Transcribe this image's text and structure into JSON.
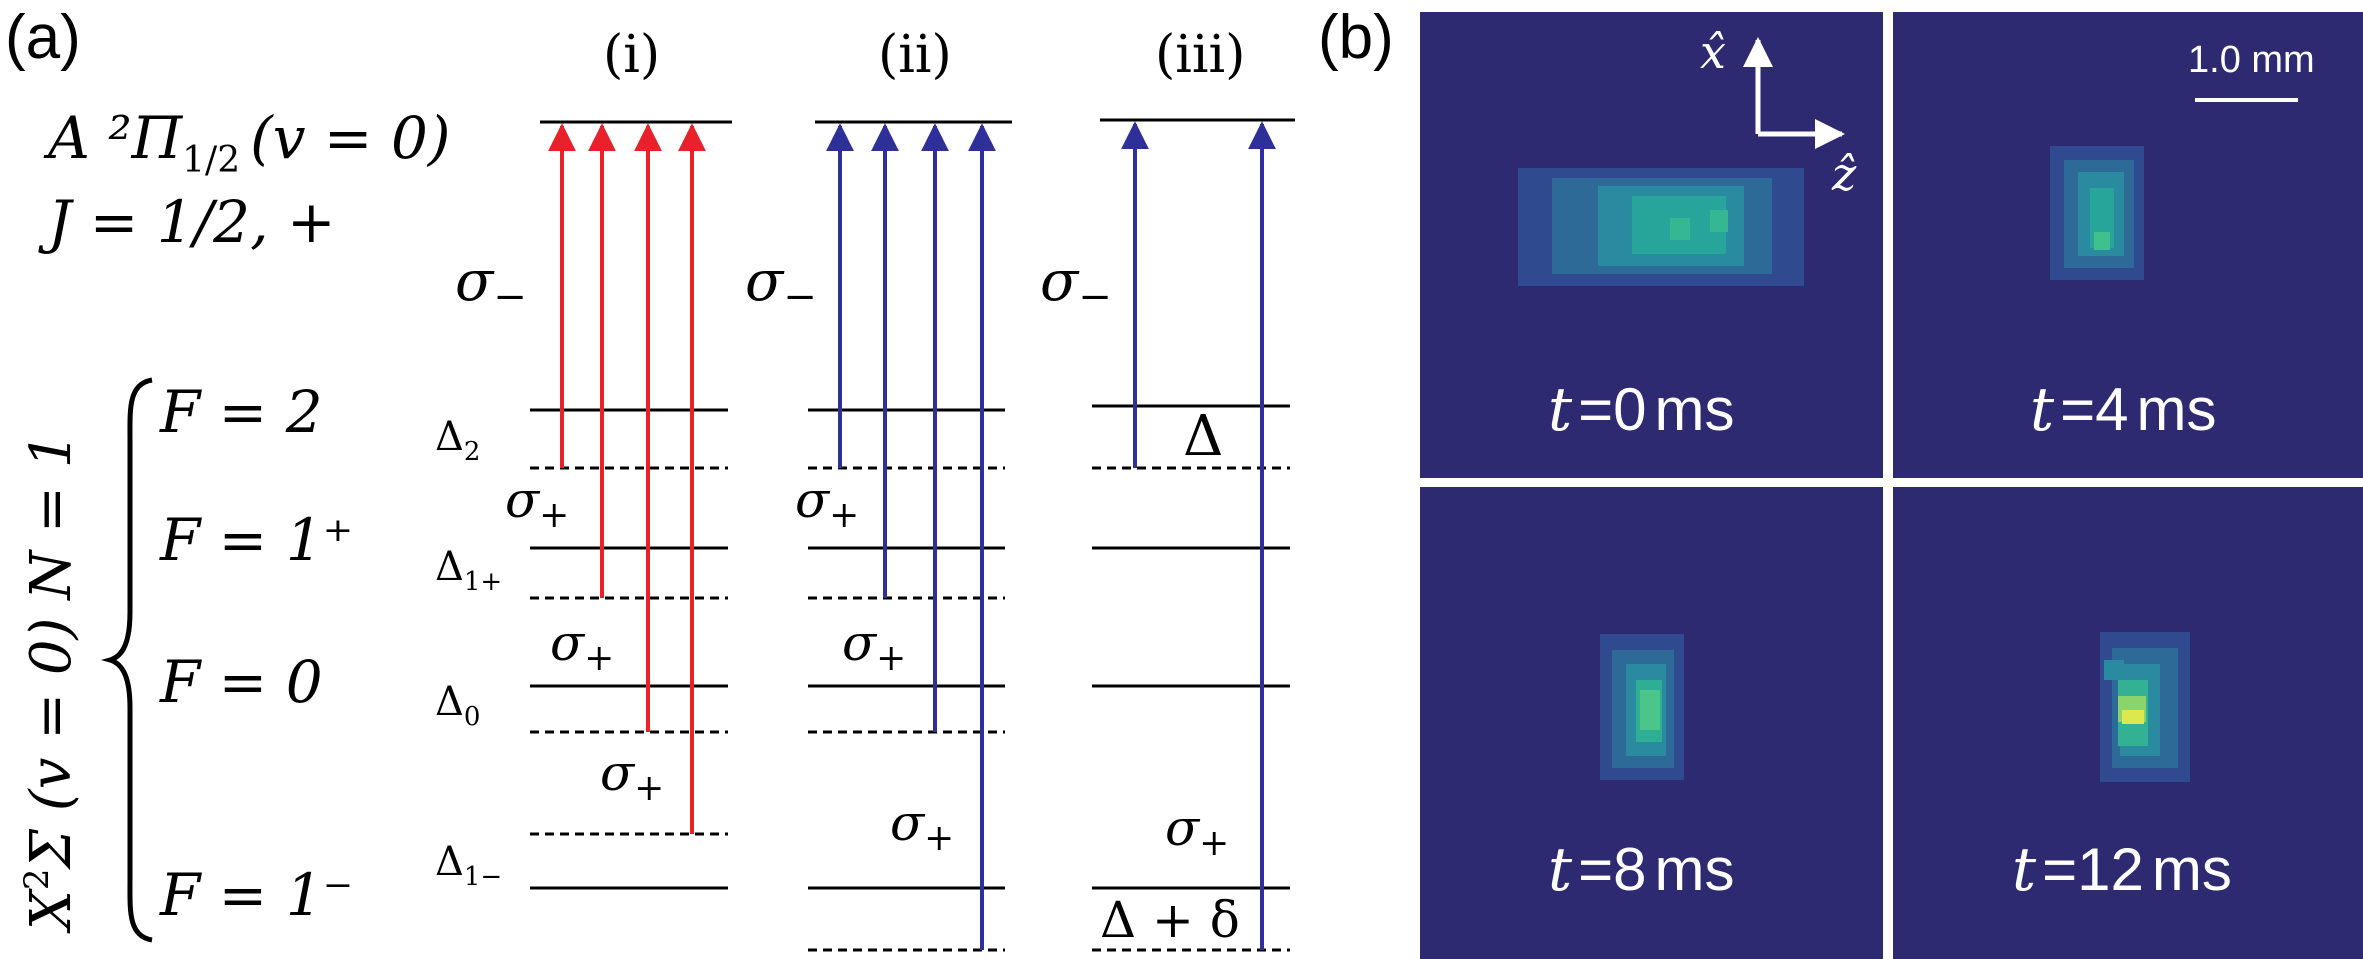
{
  "panel_a": {
    "label": "(a)",
    "columns": [
      "(i)",
      "(ii)",
      "(iii)"
    ],
    "excited_state": {
      "line1": "A ²Π",
      "line1_sub": "1/2",
      "line1_tail": "(v = 0)",
      "line2": "J = 1/2, +"
    },
    "ground_state_label": {
      "prefix": "X",
      "sup": "2",
      "tail": "Σ (v = 0)  N = 1"
    },
    "levels": [
      {
        "f": "F = 2"
      },
      {
        "f": "F = 1⁺"
      },
      {
        "f": "F = 0"
      },
      {
        "f": "F = 1⁻"
      }
    ],
    "detunings": {
      "d2": "Δ",
      "d2_sub": "2",
      "d1p": "Δ",
      "d1p_sub": "1+",
      "d0": "Δ",
      "d0_sub": "0",
      "d1m": "Δ",
      "d1m_sub": "1−"
    },
    "pol": {
      "minus": "σ",
      "minus_sub": "−",
      "plus": "σ",
      "plus_sub": "+"
    },
    "col3": {
      "delta": "Δ",
      "delta_plus": "Δ + δ"
    },
    "colors": {
      "red": "#e8212a",
      "blue": "#2f2f9a"
    }
  },
  "panel_b": {
    "label": "(b)",
    "axis_x": "x̂",
    "axis_z": "ẑ",
    "scale_bar": "1.0 mm",
    "times": [
      {
        "t": "t",
        "eq": "=",
        "value": "0",
        "unit": "ms"
      },
      {
        "t": "t",
        "eq": "=",
        "value": "4",
        "unit": "ms"
      },
      {
        "t": "t",
        "eq": "=",
        "value": "8",
        "unit": "ms"
      },
      {
        "t": "t",
        "eq": "=",
        "value": "12",
        "unit": "ms"
      }
    ],
    "bg_color": "#2d2a72"
  }
}
